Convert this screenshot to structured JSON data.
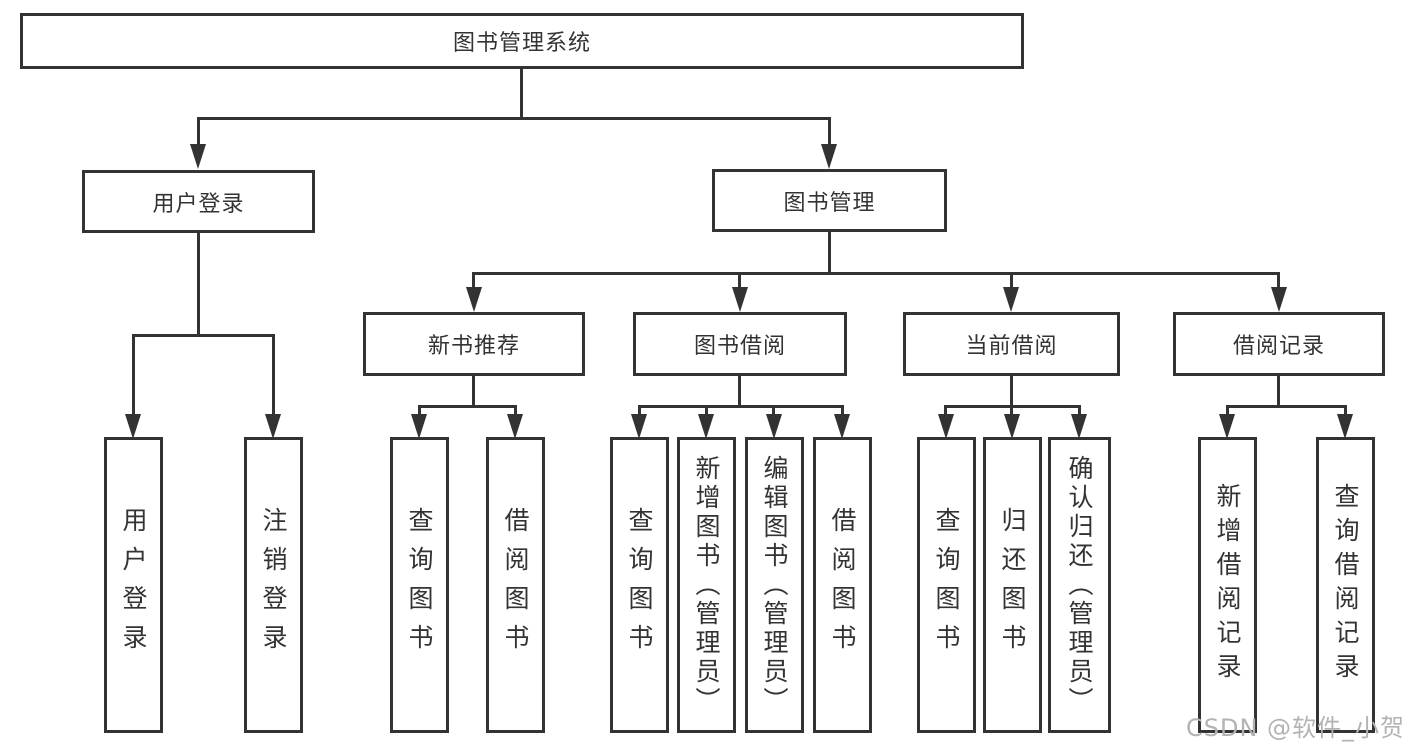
{
  "diagram": {
    "root_label": "图书管理系统",
    "level2": {
      "user_login": "用户登录",
      "book_mgmt": "图书管理"
    },
    "level3": {
      "new_book_rec": "新书推荐",
      "book_borrow": "图书借阅",
      "current_borrow": "当前借阅",
      "borrow_records": "借阅记录"
    },
    "leaves": {
      "user": [
        "用户登录",
        "注销登录"
      ],
      "newbook": [
        "查询图书",
        "借阅图书"
      ],
      "borrow": [
        "查询图书",
        "新增图书（管理员）",
        "编辑图书（管理员）",
        "借阅图书"
      ],
      "current": [
        "查询图书",
        "归还图书",
        "确认归还（管理员）"
      ],
      "records": [
        "新增借阅记录",
        "查询借阅记录"
      ]
    },
    "watermark": "CSDN @软件_小贺同学",
    "colors": {
      "line": "#333333",
      "text": "#333333",
      "watermark": "#b3b3b3",
      "background": "#ffffff"
    }
  }
}
